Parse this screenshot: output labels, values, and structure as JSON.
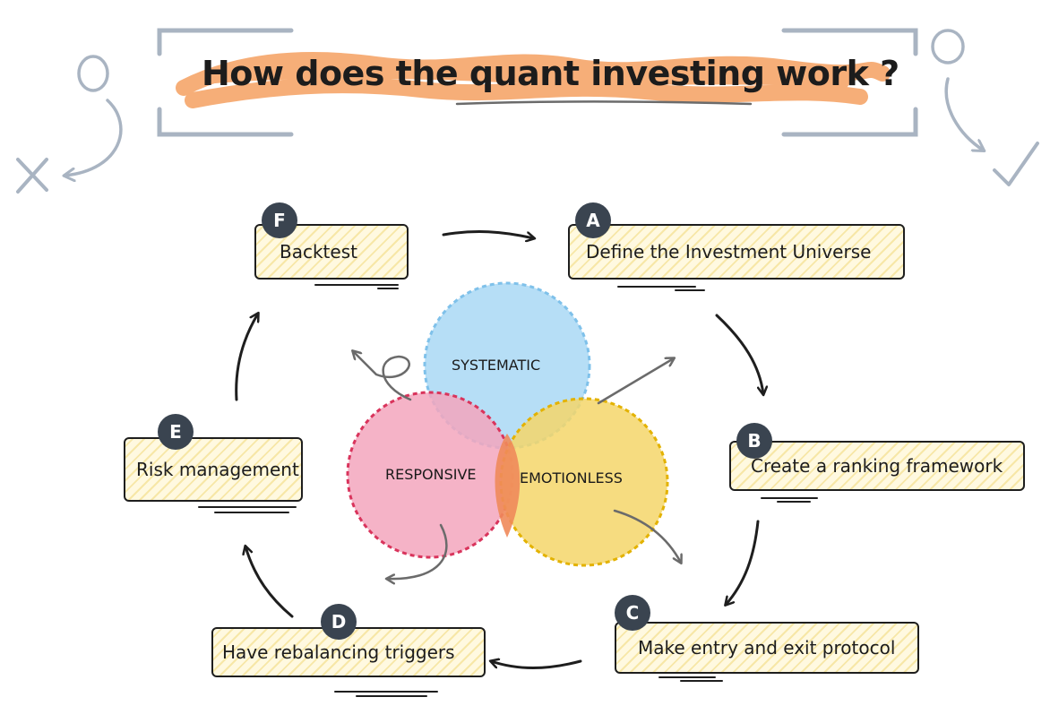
{
  "title": "How does the quant investing work ?",
  "steps": [
    {
      "letter": "A",
      "label": "Define the Investment Universe"
    },
    {
      "letter": "B",
      "label": "Create a ranking framework"
    },
    {
      "letter": "C",
      "label": "Make entry and exit protocol"
    },
    {
      "letter": "D",
      "label": "Have rebalancing triggers"
    },
    {
      "letter": "E",
      "label": "Risk management"
    },
    {
      "letter": "F",
      "label": "Backtest"
    }
  ],
  "venn": {
    "top": "SYSTEMATIC",
    "left": "RESPONSIVE",
    "right": "EMOTIONLESS"
  },
  "colors": {
    "title_highlight": "#f6a66a",
    "card_fill": "#fff9e0",
    "badge": "#3a4450",
    "venn_blue": "#a9d8f5",
    "venn_pink": "#f3a6bd",
    "venn_yellow": "#f5d66a",
    "venn_overlap": "#f08a5a",
    "decoration": "#a9b4c2"
  },
  "icons": [
    "person-icon",
    "x-mark-icon",
    "check-mark-icon",
    "curved-arrow-icon"
  ]
}
